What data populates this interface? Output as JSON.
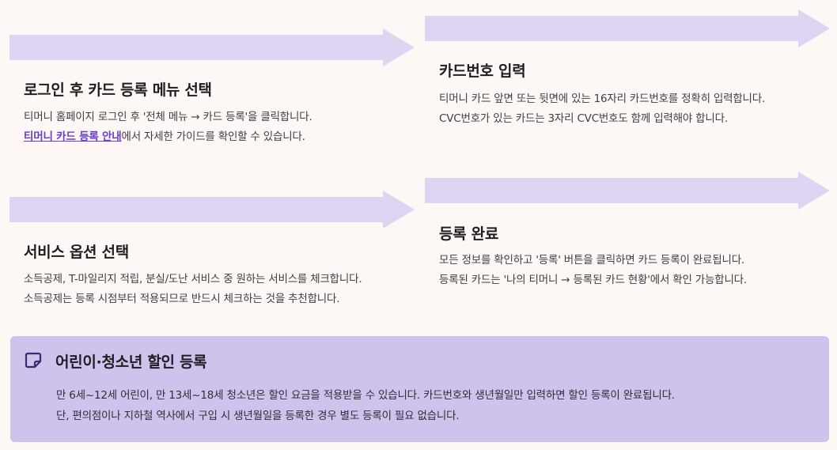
{
  "steps": [
    {
      "title": "로그인 후 카드 등록 메뉴 선택",
      "line1": "티머니 홈페이지 로그인 후 '전체 메뉴 → 카드 등록'을 클릭합니다.",
      "link": "티머니 카드 등록 안내",
      "line2_rest": "에서 자세한 가이드를 확인할 수 있습니다."
    },
    {
      "title": "카드번호 입력",
      "line1": "티머니 카드 앞면 또는 뒷면에 있는 16자리 카드번호를 정확히 입력합니다.",
      "line2": "CVC번호가 있는 카드는 3자리 CVC번호도 함께 입력해야 합니다."
    },
    {
      "title": "서비스 옵션 선택",
      "line1": "소득공제, T-마일리지 적립, 분실/도난 서비스 중 원하는 서비스를 체크합니다.",
      "line2": "소득공제는 등록 시점부터 적용되므로 반드시 체크하는 것을 추천합니다."
    },
    {
      "title": "등록 완료",
      "line1": "모든 정보를 확인하고 '등록' 버튼을 클릭하면 카드 등록이 완료됩니다.",
      "line2": "등록된 카드는 '나의 티머니 → 등록된 카드 현황'에서 확인 가능합니다."
    }
  ],
  "notice": {
    "icon": "edit-note-icon",
    "title": "어린이·청소년 할인 등록",
    "line1": "만 6세~12세 어린이, 만 13세~18세 청소년은 할인 요금을 적용받을 수 있습니다. 카드번호와 생년월일만 입력하면 할인 등록이 완료됩니다.",
    "line2": "단, 편의점이나 지하철 역사에서 구입 시 생년월일을 등록한 경우 별도 등록이 필요 없습니다."
  },
  "colors": {
    "background": "#fdf8f6",
    "arrow": "#ddd5f2",
    "notice_bg": "#cfc2ec",
    "link": "#6a3cc7",
    "icon": "#3a2a6e"
  }
}
